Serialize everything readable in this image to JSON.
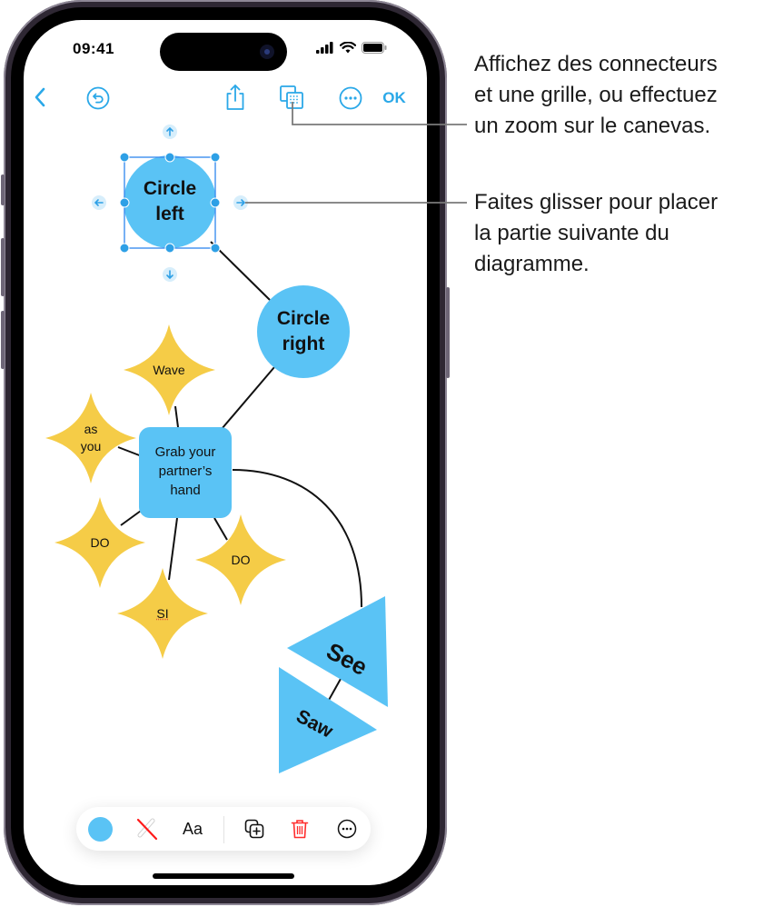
{
  "status_bar": {
    "time": "09:41",
    "icons": [
      "cellular-signal-icon",
      "wifi-icon",
      "battery-icon"
    ]
  },
  "toolbar": {
    "back_icon": "chevron-left-icon",
    "undo_icon": "undo-icon",
    "share_icon": "share-icon",
    "view_options_icon": "grid-view-options-icon",
    "more_icon": "ellipsis-circle-icon",
    "done_label": "OK"
  },
  "canvas": {
    "shapes": [
      {
        "id": "circle-left",
        "type": "circle",
        "label": "Circle left",
        "line1": "Circle",
        "line2": "left",
        "color": "#5ac3f5",
        "selected": true
      },
      {
        "id": "circle-right",
        "type": "circle",
        "label": "Circle right",
        "line1": "Circle",
        "line2": "right",
        "color": "#5ac3f5"
      },
      {
        "id": "grab-hand",
        "type": "rounded-square",
        "line1": "Grab your",
        "line2": "partner’s",
        "line3": "hand",
        "color": "#5ac3f5"
      },
      {
        "id": "star-wave",
        "type": "star",
        "label": "Wave",
        "color": "#f5cc47"
      },
      {
        "id": "star-as-you",
        "type": "star",
        "line1": "as",
        "line2": "you",
        "color": "#f5cc47"
      },
      {
        "id": "star-do-left",
        "type": "star",
        "label": "DO",
        "color": "#f5cc47"
      },
      {
        "id": "star-si",
        "type": "star",
        "label": "SI",
        "color": "#f5cc47"
      },
      {
        "id": "star-do-right",
        "type": "star",
        "label": "DO",
        "color": "#f5cc47"
      },
      {
        "id": "triangle-see",
        "type": "triangle",
        "label": "See",
        "color": "#5ac3f5"
      },
      {
        "id": "triangle-saw",
        "type": "triangle",
        "label": "Saw",
        "color": "#5ac3f5"
      }
    ],
    "selection_color": "#3d8ff0",
    "handle_color": "#2ea0e6",
    "connector_color": "#111111"
  },
  "format_bar": {
    "fill_color": "#5ac3f5",
    "fill_icon": "fill-color-swatch",
    "stroke_icon": "no-stroke-icon",
    "text_label": "Aa",
    "duplicate_icon": "duplicate-icon",
    "delete_icon": "trash-icon",
    "more_icon": "ellipsis-circle-icon",
    "delete_color": "#ff2d2d"
  },
  "callouts": [
    {
      "lines": [
        "Affichez des connecteurs",
        "et une grille, ou effectuez",
        "un zoom sur le canevas."
      ]
    },
    {
      "lines": [
        "Faites glisser pour placer",
        "la partie suivante du",
        "diagramme."
      ]
    }
  ],
  "colors": {
    "accent": "#2aa8e8",
    "shape_blue": "#5ac3f5",
    "shape_yellow": "#f5cc47"
  }
}
